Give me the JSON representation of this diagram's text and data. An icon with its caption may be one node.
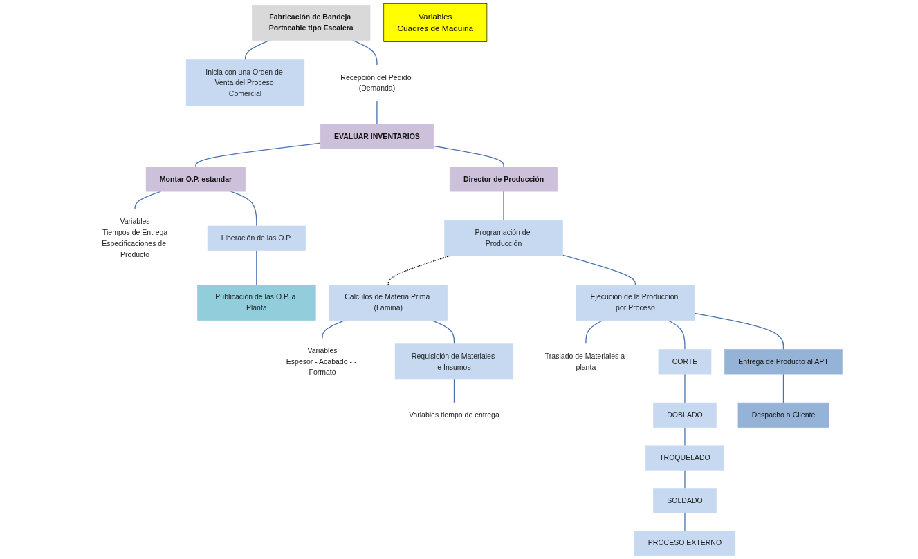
{
  "diagram": {
    "nodes": [
      {
        "text": [
          "Fabricación de Bandeja Portacable tipo Escalera"
        ]
      },
      {
        "text": [
          "Inicia con una Orden de Venta del Proceso Comercial"
        ]
      },
      {
        "text": [
          "Recepción del Pedido (Demanda)"
        ]
      },
      {
        "text": [
          "EVALUAR INVENTARIOS"
        ]
      },
      {
        "text": [
          "Montar O.P. estandar"
        ]
      },
      {
        "text": [
          "Director de Producción"
        ]
      },
      {
        "text": [
          "Variables",
          "Tiempos de Entrega",
          "Especificaciones de Producto"
        ]
      },
      {
        "text": [
          "Liberación de las O.P."
        ]
      },
      {
        "text": [
          "Publicación de las O.P. a Planta"
        ]
      },
      {
        "text": [
          "Programación de Producción"
        ]
      },
      {
        "text": [
          "Calculos de Materia Prima (Lamina)"
        ]
      },
      {
        "text": [
          "Ejecución de la Producción por Proceso"
        ]
      },
      {
        "text": [
          "Variables",
          "Espesor - Acabado - - Formato"
        ]
      },
      {
        "text": [
          "Traslado de Materiales a planta"
        ]
      },
      {
        "text": [
          "CORTE"
        ]
      },
      {
        "text": [
          "DOBLADO"
        ]
      },
      {
        "text": [
          "TROQUELADO"
        ]
      },
      {
        "text": [
          "SOLDADO"
        ]
      },
      {
        "text": [
          "PROCESO EXTERNO"
        ]
      },
      {
        "text": [
          "Variables",
          "Cuadres de Maquina"
        ]
      },
      {
        "text": [
          "Requisición de Materiales e Insumos"
        ]
      },
      {
        "text": [
          "Entrega de Producto al APT"
        ]
      },
      {
        "text": [
          "Despacho a Cliente"
        ]
      },
      {
        "text": [
          "Variables tiempo de entrega"
        ]
      }
    ],
    "edges": [
      {
        "from": 0,
        "to": 1,
        "arrow": "none"
      },
      {
        "from": 0,
        "to": 2,
        "arrow": "none"
      },
      {
        "from": 2,
        "to": 3,
        "arrow": "none"
      },
      {
        "from": 3,
        "to": 4,
        "arrow": "none"
      },
      {
        "from": 3,
        "to": 5,
        "arrow": "none"
      },
      {
        "from": 4,
        "to": 6,
        "arrow": "none"
      },
      {
        "from": 4,
        "to": 7,
        "arrow": "none"
      },
      {
        "from": 7,
        "to": 8,
        "arrow": "none"
      },
      {
        "from": 5,
        "to": 9,
        "arrow": "none"
      },
      {
        "from": 9,
        "to": 10,
        "arrow": "none",
        "style": "dashed",
        "color": "#000000"
      },
      {
        "from": 9,
        "to": 11,
        "arrow": "none"
      },
      {
        "from": 11,
        "to": 13,
        "arrow": "none"
      },
      {
        "from": 11,
        "to": 14,
        "arrow": "none"
      },
      {
        "from": 14,
        "to": 15,
        "arrow": "none"
      },
      {
        "from": 15,
        "to": 16,
        "arrow": "none"
      },
      {
        "from": 16,
        "to": 17,
        "arrow": "none"
      },
      {
        "from": 17,
        "to": 18,
        "arrow": "none"
      },
      {
        "from": 11,
        "to": 21,
        "arrow": "none"
      },
      {
        "from": 21,
        "to": 22,
        "arrow": "none"
      },
      {
        "from": 10,
        "to": 12,
        "arrow": "none"
      },
      {
        "from": 10,
        "to": 20,
        "arrow": "none"
      },
      {
        "from": 20,
        "to": 23,
        "arrow": "none"
      }
    ]
  }
}
